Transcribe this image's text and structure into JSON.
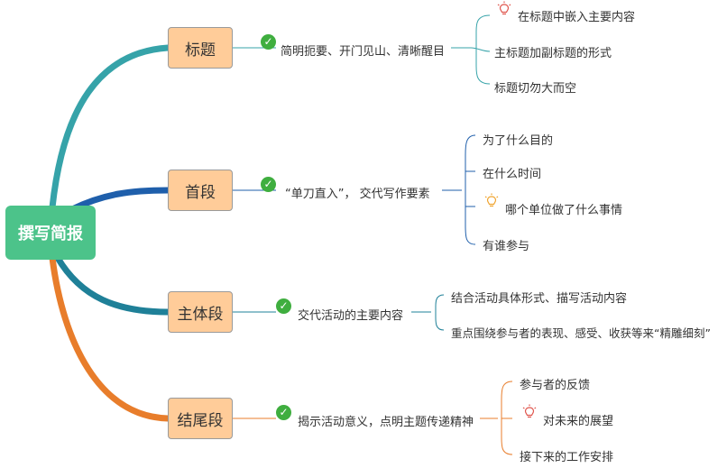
{
  "root": {
    "label": "撰写简报"
  },
  "branches": [
    {
      "label": "标题",
      "summary": "简明扼要、开门见山、清晰醒目",
      "leaves": [
        "在标题中嵌入主要内容",
        "主标题加副标题的形式",
        "标题切勿大而空"
      ]
    },
    {
      "label": "首段",
      "summary": "“单刀直入”， 交代写作要素",
      "leaves": [
        "为了什么目的",
        "在什么时间",
        "哪个单位做了什么事情",
        "有谁参与"
      ]
    },
    {
      "label": "主体段",
      "summary": "交代活动的主要内容",
      "leaves": [
        "结合活动具体形式、描写活动内容",
        "重点围绕参与者的表现、感受、收获等来“精雕细刻”"
      ]
    },
    {
      "label": "结尾段",
      "summary": "揭示活动意义，点明主题传递精神",
      "leaves": [
        "参与者的反馈",
        "对未来的展望",
        "接下来的工作安排"
      ]
    }
  ],
  "icons": {
    "check": "check-circle-icon",
    "bulb": "lightbulb-icon"
  },
  "colors": {
    "root": "#4cc38a",
    "branch_fill": "#ffcc99",
    "check": "#3fae3f",
    "connector_title": "#36a3a9",
    "connector_first": "#1f5fab",
    "connector_body": "#1f8098",
    "connector_end": "#e87d2b",
    "bulb_red": "#e0574f",
    "bulb_orange": "#f0a531"
  }
}
